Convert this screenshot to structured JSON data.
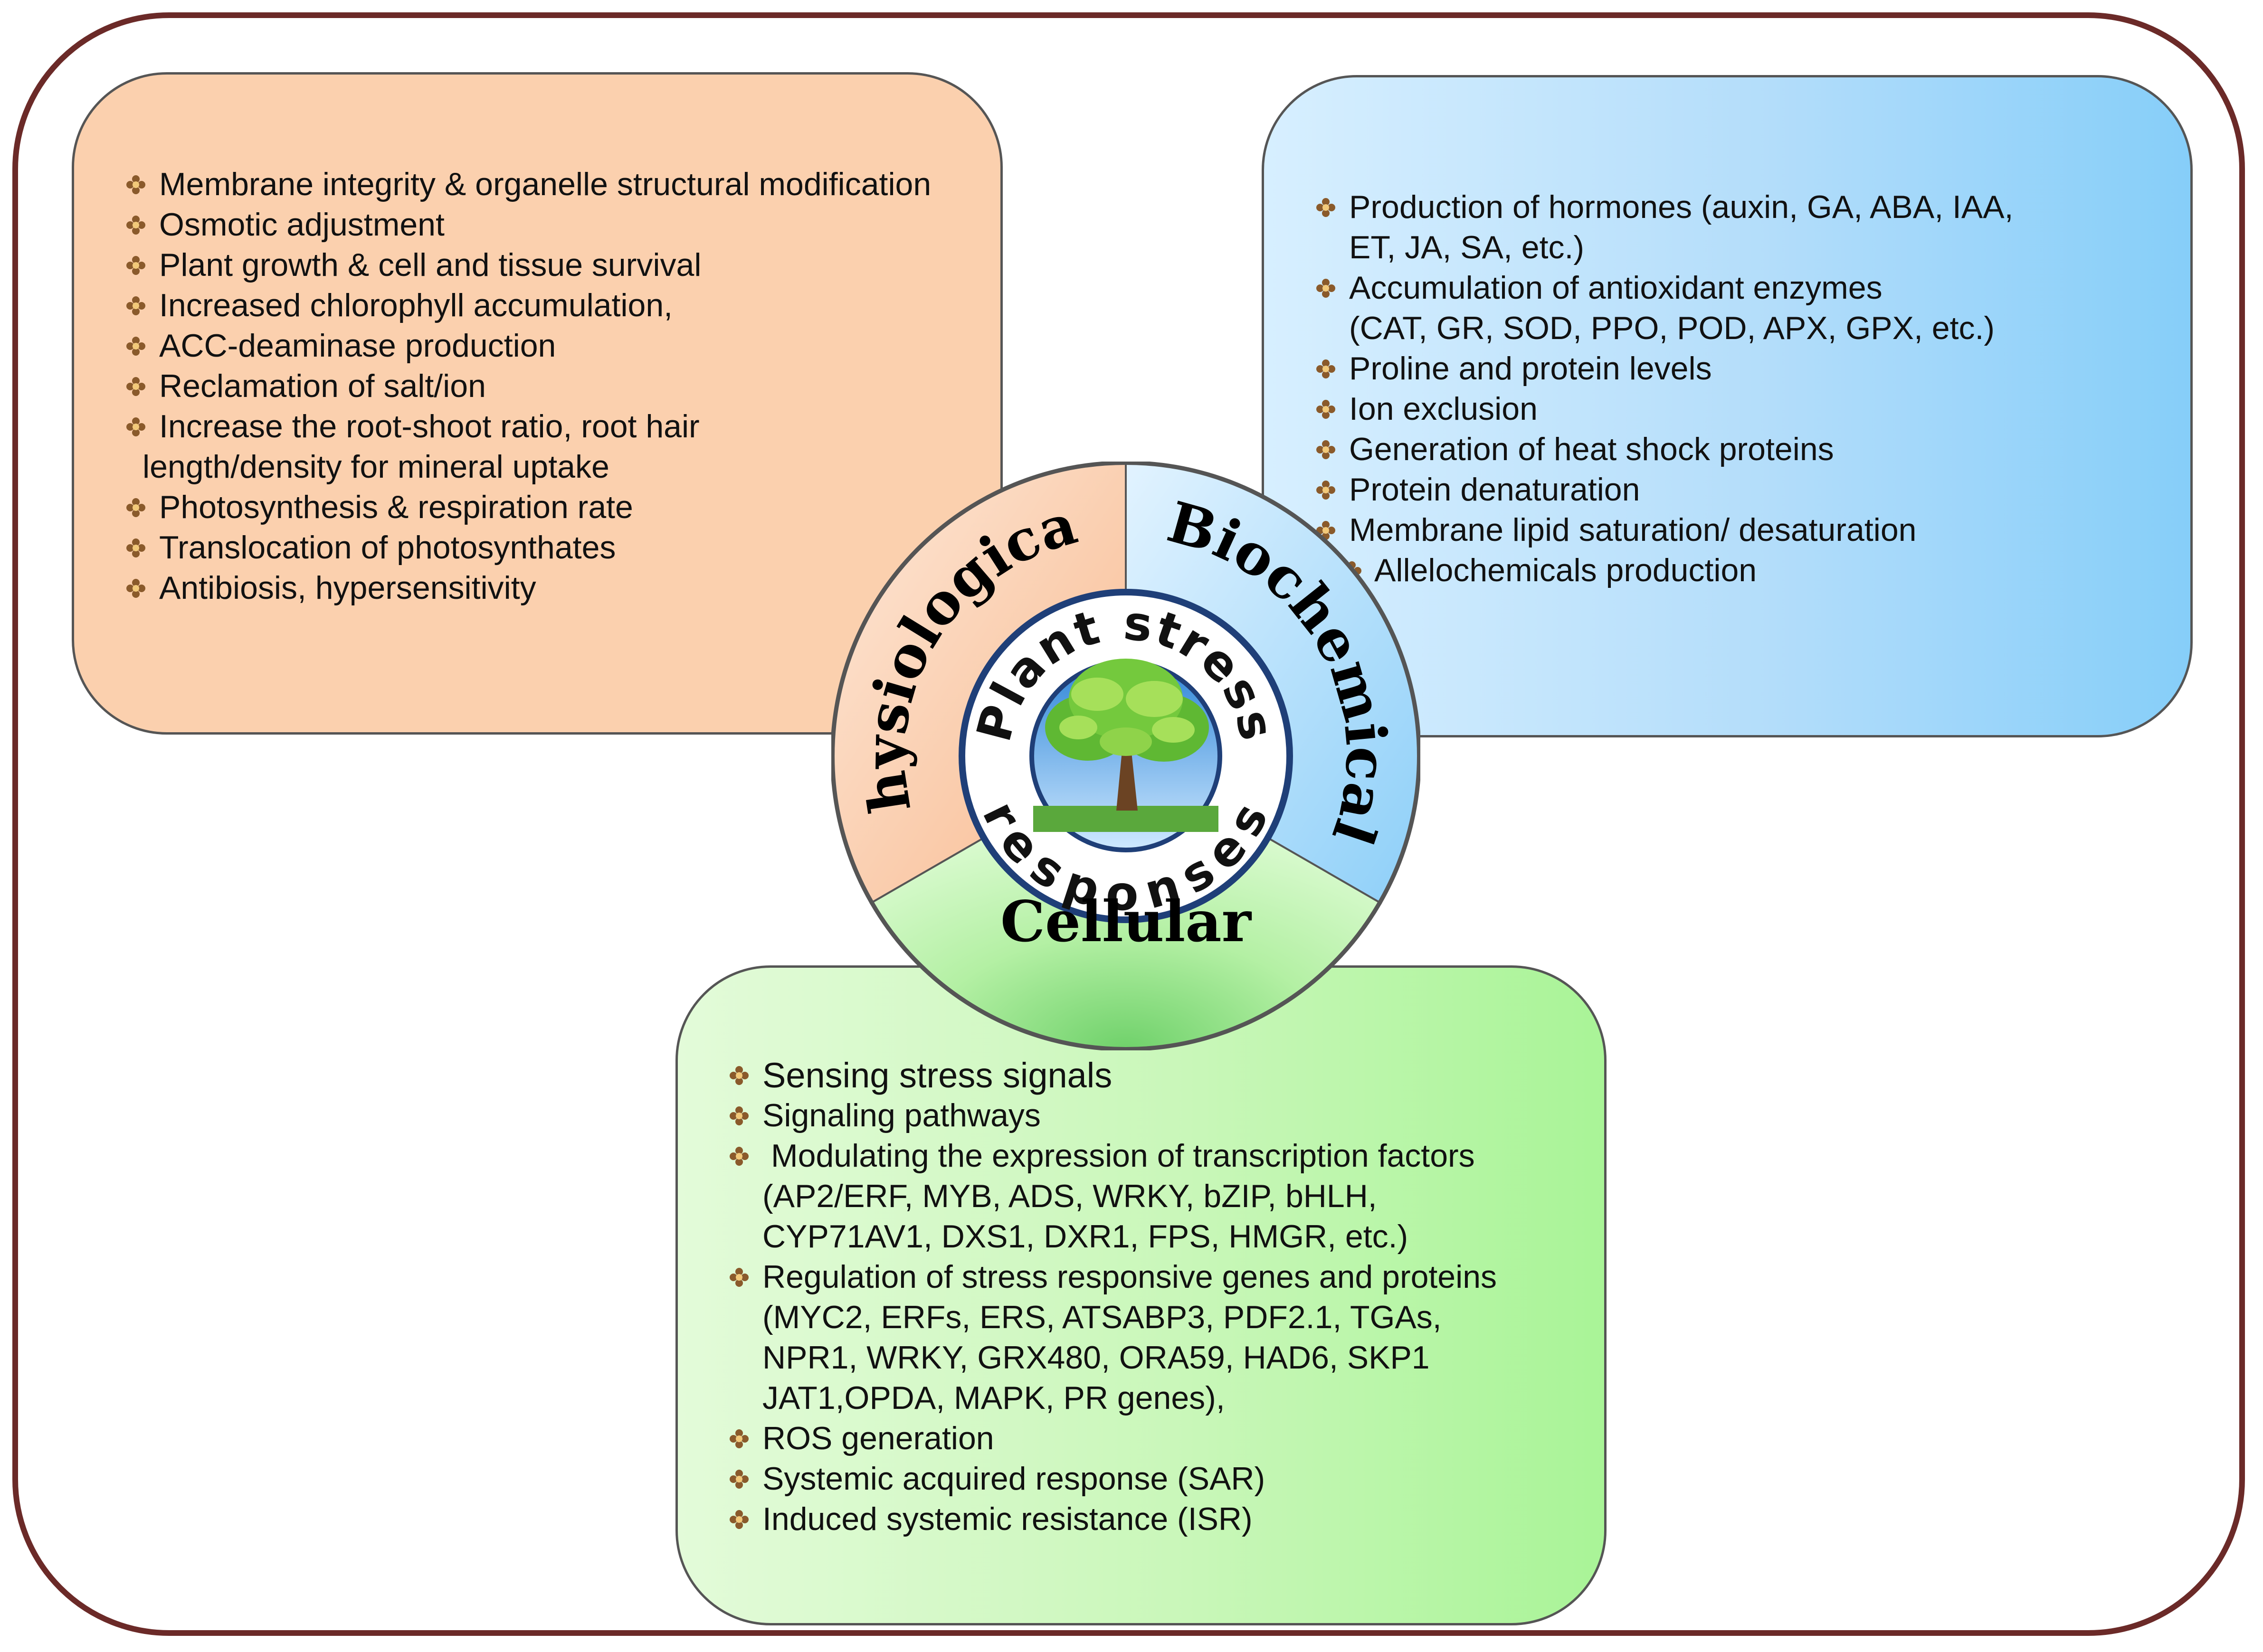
{
  "diagram": {
    "center_label": "Plant stress responses",
    "sectors": {
      "physiological": "Physiological",
      "biochemical": "Biochemical",
      "cellular": "Cellular"
    },
    "physiological_items": [
      {
        "text": "Membrane integrity & organelle structural modification"
      },
      {
        "text": "Osmotic adjustment"
      },
      {
        "text": "Plant growth & cell and tissue survival"
      },
      {
        "text": "Increased chlorophyll accumulation,"
      },
      {
        "text": "ACC-deaminase production"
      },
      {
        "text": "Reclamation of salt/ion"
      },
      {
        "text": "Increase the root-shoot ratio, root hair",
        "cont": "length/density for mineral uptake"
      },
      {
        "text": "Photosynthesis & respiration rate"
      },
      {
        "text": "Translocation of photosynthates"
      },
      {
        "text": "Antibiosis, hypersensitivity"
      }
    ],
    "biochemical_items": [
      {
        "text": "Production of hormones (auxin, GA, ABA, IAA,",
        "cont": "ET, JA, SA, etc.)"
      },
      {
        "text": "Accumulation of antioxidant enzymes",
        "cont": "(CAT, GR, SOD, PPO, POD, APX, GPX, etc.)"
      },
      {
        "text": "Proline and protein levels"
      },
      {
        "text": "Ion exclusion"
      },
      {
        "text": "Generation of heat shock proteins"
      },
      {
        "text": "Protein denaturation"
      },
      {
        "text": "Membrane lipid saturation/ desaturation"
      },
      {
        "text": "Allelochemicals production"
      }
    ],
    "cellular_items": [
      {
        "text": "Sensing stress signals"
      },
      {
        "text": "Signaling pathways"
      },
      {
        "text": "Modulating the expression of transcription factors",
        "cont": "(AP2/ERF, MYB, ADS, WRKY, bZIP, bHLH,",
        "cont2": "CYP71AV1, DXS1, DXR1, FPS, HMGR, etc.)"
      },
      {
        "text": "Regulation of stress responsive genes and proteins",
        "cont": "(MYC2, ERFs, ERS, ATSABP3, PDF2.1, TGAs,",
        "cont2": "NPR1, WRKY, GRX480, ORA59, HAD6, SKP1",
        "cont3": "JAT1,OPDA, MAPK, PR genes),"
      },
      {
        "text": "ROS generation"
      },
      {
        "text": "Systemic acquired response  (SAR)"
      },
      {
        "text": "Induced systemic resistance (ISR)"
      }
    ],
    "colors": {
      "frame": "#6b2a28",
      "physiological": "#fbd0ae",
      "biochemical": "#b3ddfa",
      "cellular": "#c9f7b9",
      "bullet": "#8a5a2b"
    },
    "bullet_icon": "brown-flower-bullet-icon"
  }
}
